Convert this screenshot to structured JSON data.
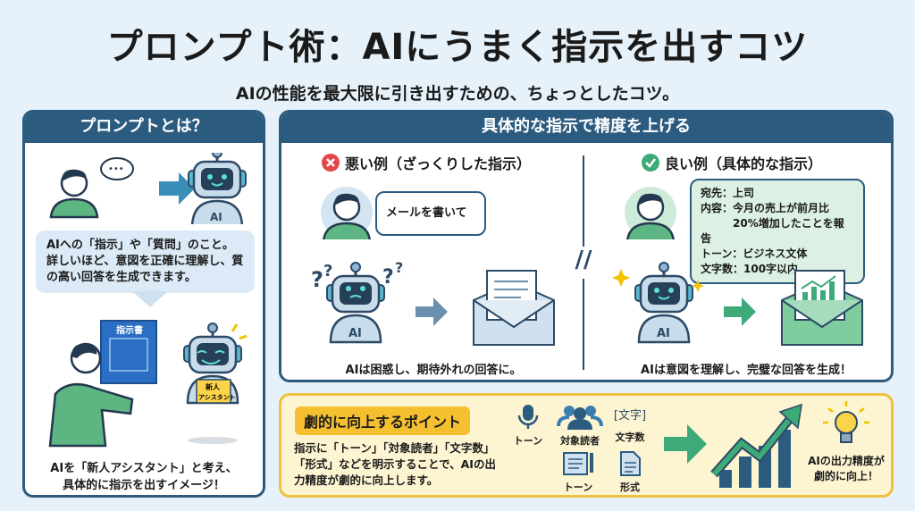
{
  "title": "プロンプト術：AIにうまく指示を出すコツ",
  "subtitle": "AIの性能を最大限に引き出すための、ちょっとしたコツ。",
  "left": {
    "header": "プロンプトとは？",
    "robot_label": "AI",
    "description": "AIへの「指示」や「質問」のこと。詳しいほど、意図を正確に理解し、質の高い回答を生成できます。",
    "document_label": "指示書",
    "badge": "新人アシスタント",
    "caption_line1": "AIを「新人アシスタント」と考え、",
    "caption_line2": "具体的に指示を出すイメージ！"
  },
  "compare": {
    "header": "具体的な指示で精度を上げる",
    "bad": {
      "heading": "悪い例（ざっくりした指示）",
      "prompt": "メールを書いて",
      "robot_label": "AI",
      "caption": "AIは困惑し、期待外れの回答に。"
    },
    "good": {
      "heading": "良い例（具体的な指示）",
      "prompt_lines": [
        "宛先：上司",
        "内容：今月の売上が前月比",
        "　　　20%増加したことを報告",
        "トーン：ビジネス文体",
        "文字数：100字以内"
      ],
      "robot_label": "AI",
      "caption": "AIは意図を理解し、完璧な回答を生成！"
    }
  },
  "points": {
    "tag": "劇的に向上するポイント",
    "description": "指示に「トーン」「対象読者」「文字数」「形式」などを明示することで、AIの出力精度が劇的に向上します。",
    "icons": [
      {
        "icon": "microphone-icon",
        "label": "トーン"
      },
      {
        "icon": "audience-icon",
        "label": "対象読者"
      },
      {
        "icon": "char-count-icon",
        "label": "文字数",
        "glyph": "[文字]"
      },
      {
        "icon": "notebook-icon",
        "label": "トーン"
      },
      {
        "icon": "document-icon",
        "label": "形式"
      }
    ],
    "result_line1": "AIの出力精度が",
    "result_line2": "劇的に向上！"
  },
  "colors": {
    "navy": "#2c5b80",
    "green": "#3daa78",
    "red": "#e04848",
    "yellow": "#f5c030"
  }
}
